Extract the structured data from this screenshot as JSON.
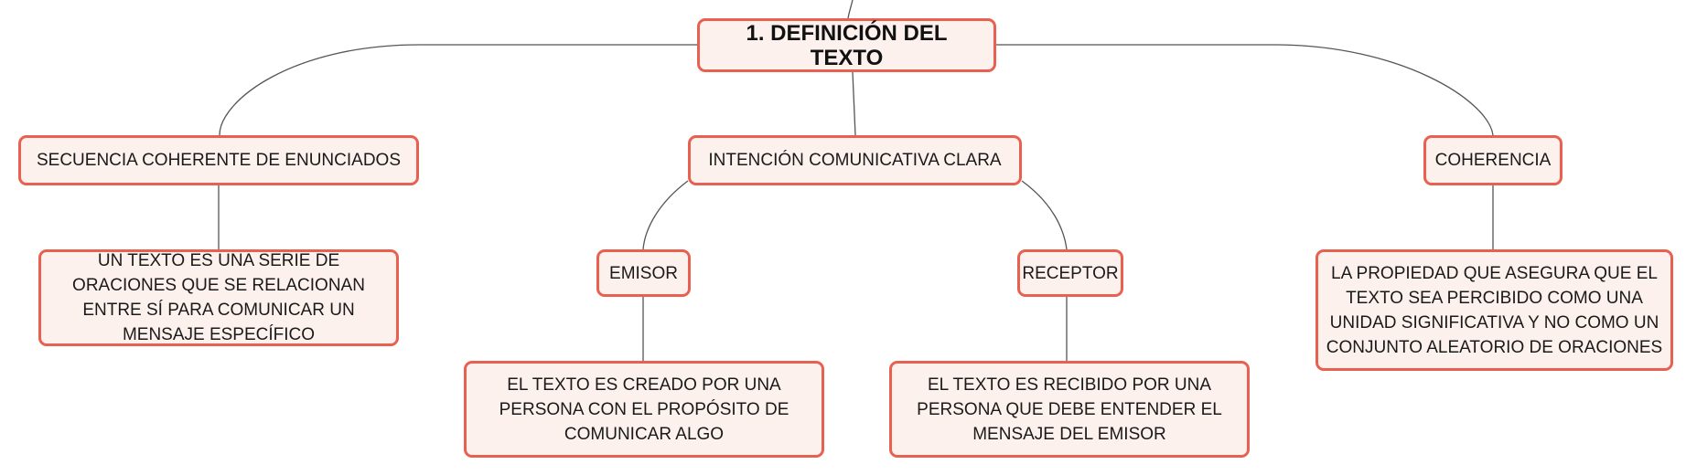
{
  "colors": {
    "node_fill": "#fdf1ed",
    "node_border": "#e8604f",
    "connector": "#555555",
    "text": "#1a1a1a"
  },
  "nodes": {
    "root": "1. DEFINICIÓN DEL TEXTO",
    "secuencia": "SECUENCIA COHERENTE DE ENUNCIADOS",
    "intencion": "INTENCIÓN COMUNICATIVA CLARA",
    "coherencia": "COHERENCIA",
    "secuencia_def": "UN TEXTO ES UNA SERIE DE ORACIONES QUE SE RELACIONAN ENTRE SÍ PARA COMUNICAR UN MENSAJE ESPECÍFICO",
    "emisor": "EMISOR",
    "receptor": "RECEPTOR",
    "emisor_def": "EL TEXTO ES CREADO POR UNA PERSONA CON EL PROPÓSITO DE COMUNICAR ALGO",
    "receptor_def": "EL TEXTO ES RECIBIDO POR UNA PERSONA QUE DEBE ENTENDER EL MENSAJE DEL EMISOR",
    "coherencia_def": "LA PROPIEDAD QUE ASEGURA QUE EL TEXTO SEA PERCIBIDO COMO UNA UNIDAD SIGNIFICATIVA Y NO COMO UN CONJUNTO ALEATORIO DE ORACIONES"
  }
}
